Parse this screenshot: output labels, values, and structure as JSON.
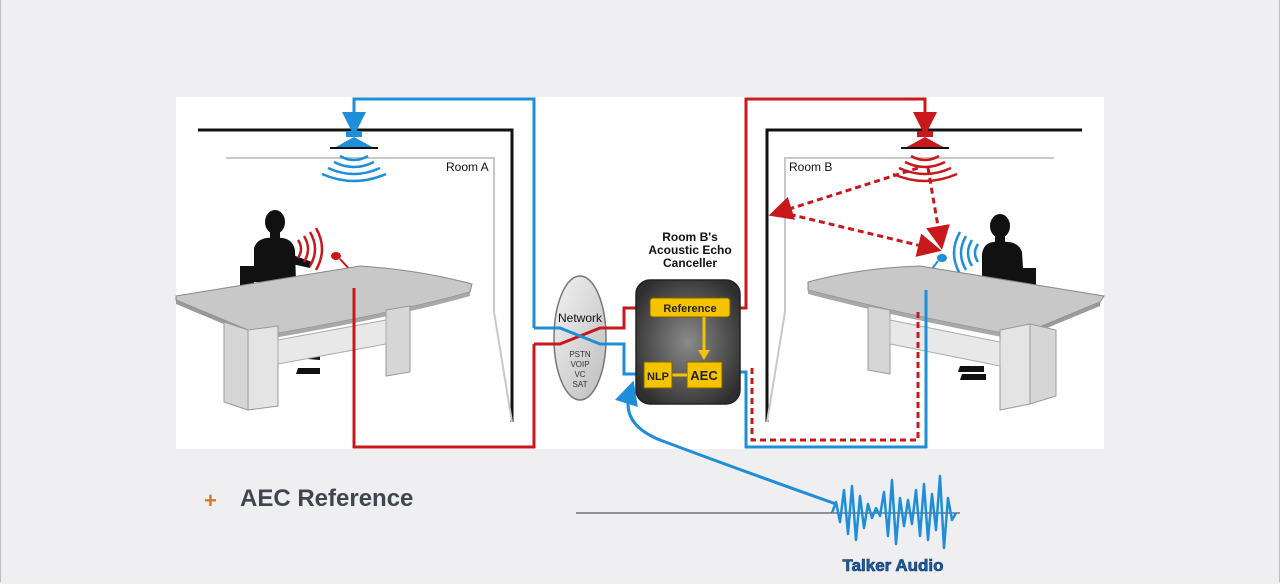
{
  "diagram": {
    "room_a_label": "Room A",
    "room_b_label": "Room B",
    "network_label": "Network",
    "network_types": [
      "PSTN",
      "VOIP",
      "VC",
      "SAT"
    ],
    "canceller_title_lines": [
      "Room B's",
      "Acoustic Echo",
      "Canceller"
    ],
    "reference_label": "Reference",
    "nlp_label": "NLP",
    "aec_label": "AEC",
    "talker_audio_label": "Talker Audio"
  },
  "slide": {
    "bullet_symbol": "+",
    "bullet_text": "AEC Reference"
  },
  "colors": {
    "blue_line": "#1e8ed8",
    "red_line": "#c8181c",
    "module_yellow": "#f5c400",
    "canceller_box": "#3a3a3a",
    "background": "#efeef0",
    "diagram_panel": "#ffffff",
    "table_gray": "#c8c8c8",
    "text_dark": "#40464f",
    "bullet_orange": "#d07a2a",
    "talker_label_blue": "#1d5fa8"
  }
}
